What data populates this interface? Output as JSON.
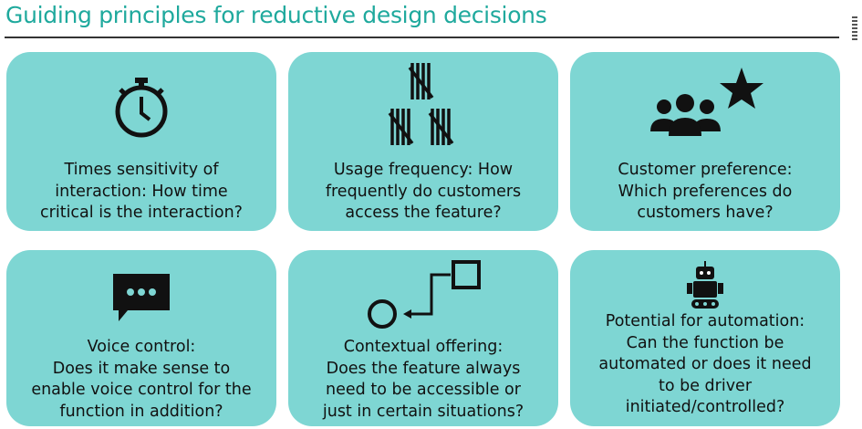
{
  "title": "Guiding principles for reductive design decisions",
  "cards": [
    {
      "icon": "stopwatch-icon",
      "lines": [
        "Times sensitivity of",
        "interaction: How time",
        "critical is the interaction?"
      ]
    },
    {
      "icon": "tally-marks-icon",
      "lines": [
        "Usage frequency: How",
        "frequently do customers",
        "access the feature?"
      ]
    },
    {
      "icon": "customers-star-icon",
      "lines": [
        "Customer preference:",
        "Which preferences do",
        "customers have?"
      ]
    },
    {
      "icon": "speech-bubble-icon",
      "lines": [
        "Voice control:",
        "Does it make sense to",
        "enable voice control for the",
        "function in addition?"
      ]
    },
    {
      "icon": "context-flow-icon",
      "lines": [
        "Contextual offering:",
        "Does the feature always",
        "need to be accessible or",
        "just in certain situations?"
      ]
    },
    {
      "icon": "robot-icon",
      "lines": [
        "Potential for automation:",
        "Can the function be",
        "automated or does it need",
        "to be driver",
        "initiated/controlled?"
      ]
    }
  ],
  "colors": {
    "card": "#7ed6d3",
    "title": "#1fa99d"
  }
}
